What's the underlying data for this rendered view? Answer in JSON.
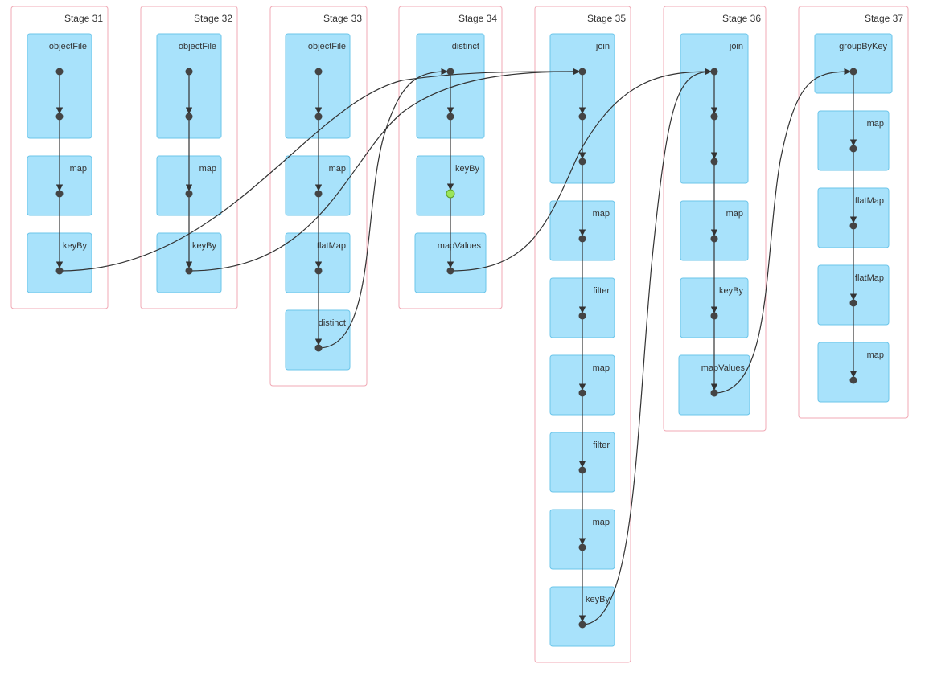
{
  "colors": {
    "stage_border": "#f0a8b4",
    "op_fill": "#a8e2fb",
    "op_border": "#6bc5ea",
    "node": "#444444",
    "edge": "#333333",
    "highlight_node": "#9be55a"
  },
  "stages": [
    {
      "label": "Stage 31",
      "ops": [
        "objectFile",
        "map",
        "keyBy"
      ]
    },
    {
      "label": "Stage 32",
      "ops": [
        "objectFile",
        "map",
        "keyBy"
      ]
    },
    {
      "label": "Stage 33",
      "ops": [
        "objectFile",
        "map",
        "flatMap",
        "distinct"
      ]
    },
    {
      "label": "Stage 34",
      "ops": [
        "distinct",
        "keyBy",
        "mapValues"
      ]
    },
    {
      "label": "Stage 35",
      "ops": [
        "join",
        "map",
        "filter",
        "map",
        "filter",
        "map",
        "keyBy"
      ]
    },
    {
      "label": "Stage 36",
      "ops": [
        "join",
        "map",
        "keyBy",
        "mapValues"
      ]
    },
    {
      "label": "Stage 37",
      "ops": [
        "groupByKey",
        "map",
        "flatMap",
        "flatMap",
        "map"
      ]
    }
  ],
  "cross_stage_edges": [
    {
      "from": "Stage 31 keyBy",
      "to": "Stage 35 join"
    },
    {
      "from": "Stage 32 keyBy",
      "to": "Stage 35 join"
    },
    {
      "from": "Stage 33 distinct",
      "to": "Stage 34 distinct"
    },
    {
      "from": "Stage 34 mapValues",
      "to": "Stage 36 join"
    },
    {
      "from": "Stage 35 keyBy",
      "to": "Stage 36 join"
    },
    {
      "from": "Stage 36 mapValues",
      "to": "Stage 37 groupByKey"
    }
  ]
}
